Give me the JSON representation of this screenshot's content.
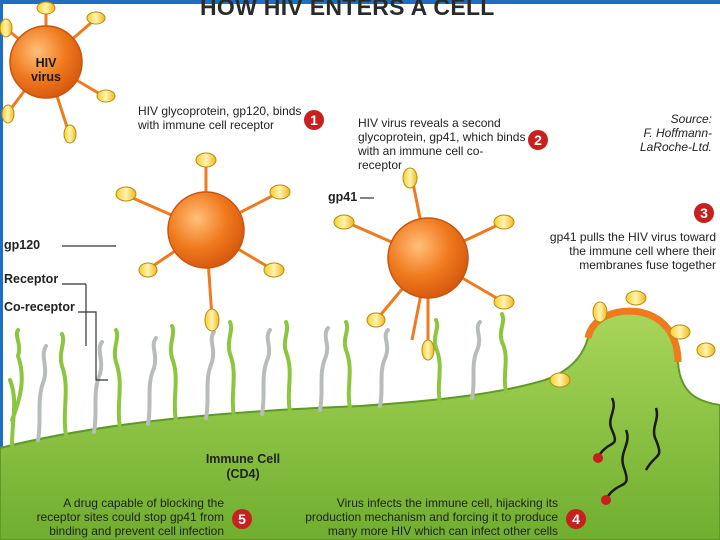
{
  "title": "HOW HIV ENTERS A CELL",
  "virus_label": [
    "HIV",
    "virus"
  ],
  "labels": {
    "gp120": "gp120",
    "receptor": "Receptor",
    "coreceptor": "Co-receptor",
    "gp41": "gp41",
    "immune_cell": [
      "Immune Cell",
      "(CD4)"
    ]
  },
  "source": [
    "Source:",
    "F. Hoffmann-",
    "LaRoche-Ltd."
  ],
  "steps": [
    {
      "number": "1",
      "lines": [
        "HIV glycoprotein, gp120, binds",
        "with immune cell receptor"
      ]
    },
    {
      "number": "2",
      "lines": [
        "HIV virus reveals a second",
        "glycoprotein, gp41, which binds",
        "with an immune cell co-receptor"
      ]
    },
    {
      "number": "3",
      "lines": [
        "gp41 pulls the HIV virus toward",
        "the immune cell where their",
        "membranes fuse together"
      ]
    },
    {
      "number": "4",
      "lines": [
        "Virus infects the immune cell, hijacking its",
        "production mechanism and forcing it to produce",
        "many more HIV which can infect other cells"
      ]
    },
    {
      "number": "5",
      "lines": [
        "A drug capable of blocking the",
        "receptor sites could stop gp41 from",
        "binding and prevent cell infection"
      ]
    }
  ],
  "colors": {
    "border_blue": "#1e6fc2",
    "virus_orange": "#f07a1e",
    "cell_green": "#8cc63f",
    "spike_yellow": "#f6cf2b",
    "step_red": "#c81f1f"
  }
}
